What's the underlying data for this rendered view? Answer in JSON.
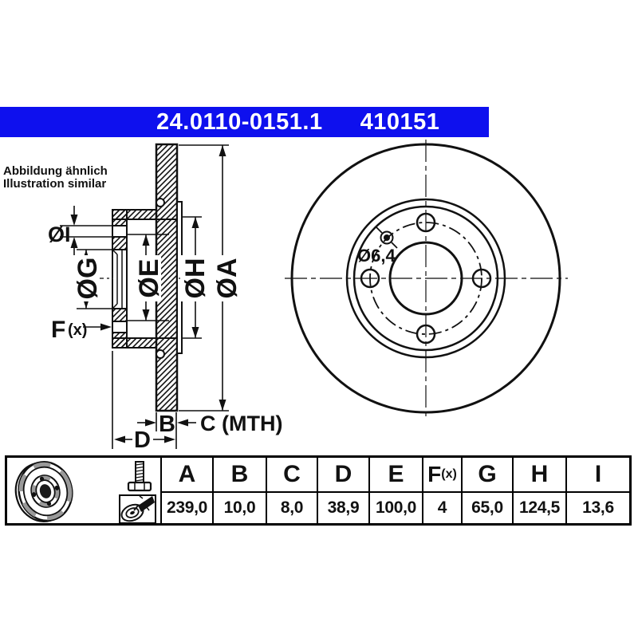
{
  "header": {
    "part_number": "24.0110-0151.1",
    "ref_number": "410151",
    "bar_color": "#0e10ee"
  },
  "note": {
    "line1": "Abbildung ähnlich",
    "line2": "Illustration similar"
  },
  "drawing": {
    "dims": {
      "I": {
        "label": "ØI"
      },
      "G": {
        "label": "ØG"
      },
      "E": {
        "label": "ØE"
      },
      "H": {
        "label": "ØH"
      },
      "A": {
        "label": "ØA"
      },
      "F": {
        "label": "F",
        "sub": "(x)"
      },
      "B": {
        "label": "B"
      },
      "C": {
        "label": "C (MTH)"
      },
      "D": {
        "label": "D"
      }
    },
    "front_view": {
      "hole_label": "Ø6,4"
    }
  },
  "table": {
    "columns": [
      {
        "label": "A",
        "sub": "",
        "value": "239,0"
      },
      {
        "label": "B",
        "sub": "",
        "value": "10,0"
      },
      {
        "label": "C",
        "sub": "",
        "value": "8,0"
      },
      {
        "label": "D",
        "sub": "",
        "value": "38,9"
      },
      {
        "label": "E",
        "sub": "",
        "value": "100,0"
      },
      {
        "label": "F",
        "sub": "(x)",
        "value": "4"
      },
      {
        "label": "G",
        "sub": "",
        "value": "65,0"
      },
      {
        "label": "H",
        "sub": "",
        "value": "124,5"
      },
      {
        "label": "I",
        "sub": "",
        "value": "13,6"
      }
    ]
  },
  "colors": {
    "line": "#111111",
    "accent_blue": "#0e10ee",
    "icon_gray": "#999999"
  }
}
